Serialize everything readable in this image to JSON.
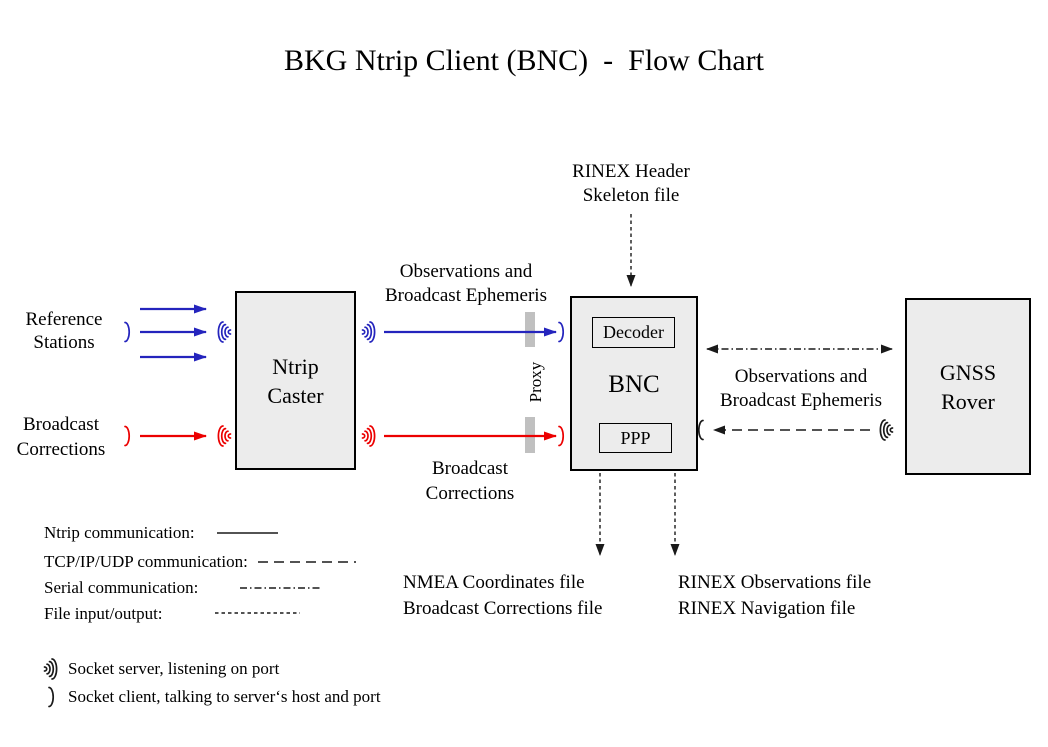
{
  "title": "BKG Ntrip Client (BNC)  -  Flow Chart",
  "colors": {
    "blue": "#2424bd",
    "red": "#ec0000",
    "black": "#1a1a1a",
    "box_fill": "#ececec",
    "box_border": "#000000",
    "proxy_bar": "#c0c0c0",
    "background": "#ffffff"
  },
  "boxes": {
    "ntrip_caster": "Ntrip\nCaster",
    "bnc": "BNC",
    "decoder": "Decoder",
    "ppp": "PPP",
    "gnss_rover": "GNSS\nRover"
  },
  "labels": {
    "rinex_header_skeleton": "RINEX Header\nSkeleton file",
    "reference_stations": "Reference\nStations",
    "broadcast_corrections_in": "Broadcast\nCorrections",
    "observations_ephemeris_caster_bnc": "Observations and\nBroadcast Ephemeris",
    "proxy": "Proxy",
    "broadcast_corrections_caster_bnc": "Broadcast\nCorrections",
    "observations_ephemeris_bnc_rover": "Observations and\nBroadcast Ephemeris",
    "nmea_output_files": "NMEA Coordinates file\nBroadcast Corrections file",
    "rinex_output_files": "RINEX Observations file\nRINEX Navigation file"
  },
  "legend": {
    "items": [
      {
        "label": "Ntrip communication:",
        "style": "solid"
      },
      {
        "label": "TCP/IP/UDP communication:",
        "style": "long-dash"
      },
      {
        "label": "Serial communication:",
        "style": "dash-dot"
      },
      {
        "label": "File input/output:",
        "style": "short-dash"
      }
    ],
    "socket_server": "Socket server, listening on port",
    "socket_client": "Socket client, talking to server‘s host and port"
  }
}
